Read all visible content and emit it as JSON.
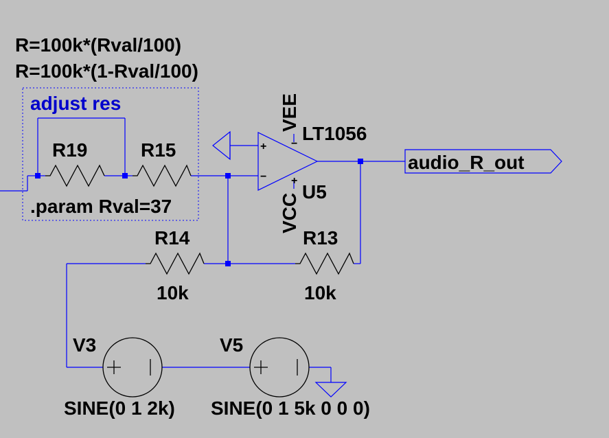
{
  "directives": {
    "r_upper_expr": "R=100k*(Rval/100)",
    "r_lower_expr": "R=100k*(1-Rval/100)",
    "group_label": "adjust res",
    "param": ".param Rval=37"
  },
  "components": {
    "r19": {
      "name": "R19"
    },
    "r15": {
      "name": "R15"
    },
    "r14": {
      "name": "R14",
      "value": "10k"
    },
    "r13": {
      "name": "R13",
      "value": "10k"
    },
    "v3": {
      "name": "V3",
      "value": "SINE(0 1 2k)"
    },
    "v5": {
      "name": "V5",
      "value": "SINE(0 1 5k 0 0 0)"
    },
    "u5": {
      "name": "U5",
      "model": "LT1056",
      "pos_supply": "VCC",
      "neg_supply": "VEE",
      "plus": "+",
      "minus": "−"
    }
  },
  "net_labels": {
    "output": "audio_R_out"
  },
  "colors": {
    "background": "#c0c0c0",
    "wire": "#0000ff",
    "symbol": "#000000",
    "label_blue": "#0000cc"
  },
  "icons": {
    "ground_left": "ground-triangle-icon",
    "ground_right": "ground-triangle-icon"
  }
}
